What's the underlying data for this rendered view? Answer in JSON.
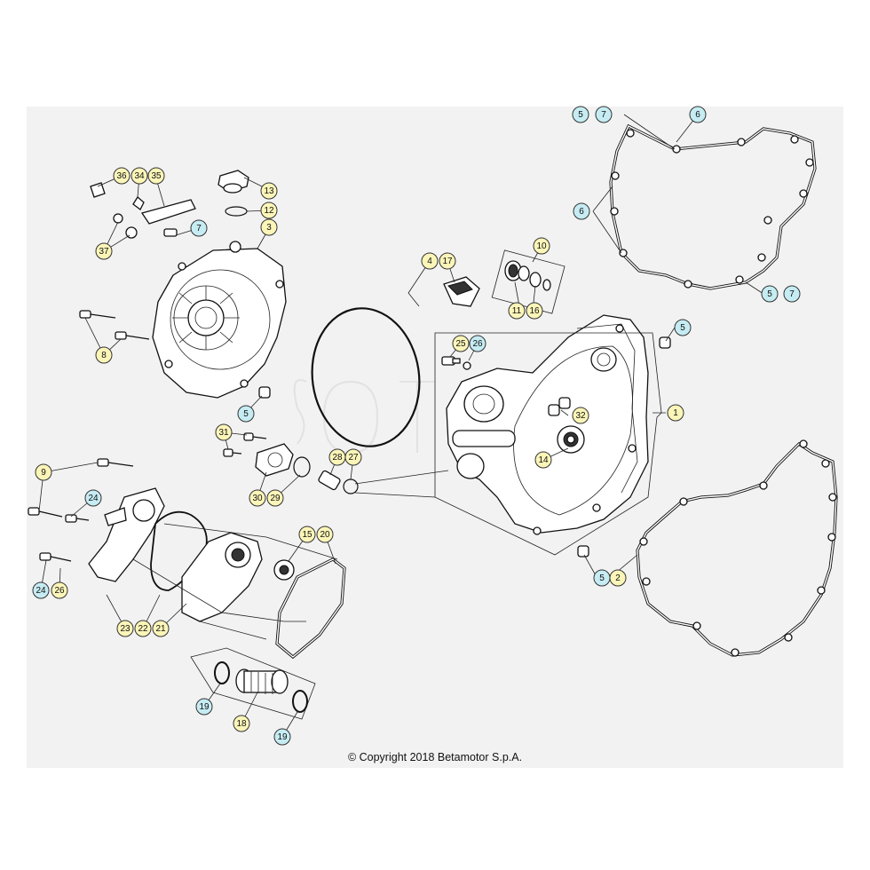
{
  "copyright": "© Copyright 2018 Betamotor S.p.A.",
  "callouts": [
    {
      "id": "l1",
      "text": "1",
      "style": "yellow"
    },
    {
      "id": "l2",
      "text": "2",
      "style": "yellow"
    },
    {
      "id": "l3",
      "text": "3",
      "style": "yellow"
    },
    {
      "id": "l4",
      "text": "4",
      "style": "yellow"
    },
    {
      "id": "l5a",
      "text": "5",
      "style": "cyan"
    },
    {
      "id": "l5b",
      "text": "5",
      "style": "cyan"
    },
    {
      "id": "l5c",
      "text": "5",
      "style": "cyan"
    },
    {
      "id": "l5d",
      "text": "5",
      "style": "cyan"
    },
    {
      "id": "l5e",
      "text": "5",
      "style": "cyan"
    },
    {
      "id": "l6a",
      "text": "6",
      "style": "cyan"
    },
    {
      "id": "l6b",
      "text": "6",
      "style": "cyan"
    },
    {
      "id": "l7a",
      "text": "7",
      "style": "cyan"
    },
    {
      "id": "l7b",
      "text": "7",
      "style": "cyan"
    },
    {
      "id": "l7c",
      "text": "7",
      "style": "cyan"
    },
    {
      "id": "l8",
      "text": "8",
      "style": "yellow"
    },
    {
      "id": "l9",
      "text": "9",
      "style": "yellow"
    },
    {
      "id": "l10",
      "text": "10",
      "style": "yellow"
    },
    {
      "id": "l11",
      "text": "11",
      "style": "yellow"
    },
    {
      "id": "l12",
      "text": "12",
      "style": "yellow"
    },
    {
      "id": "l13",
      "text": "13",
      "style": "yellow"
    },
    {
      "id": "l14",
      "text": "14",
      "style": "yellow"
    },
    {
      "id": "l15",
      "text": "15",
      "style": "yellow"
    },
    {
      "id": "l16",
      "text": "16",
      "style": "yellow"
    },
    {
      "id": "l17",
      "text": "17",
      "style": "yellow"
    },
    {
      "id": "l18",
      "text": "18",
      "style": "yellow"
    },
    {
      "id": "l19a",
      "text": "19",
      "style": "cyan"
    },
    {
      "id": "l19b",
      "text": "19",
      "style": "cyan"
    },
    {
      "id": "l20",
      "text": "20",
      "style": "yellow"
    },
    {
      "id": "l21",
      "text": "21",
      "style": "yellow"
    },
    {
      "id": "l22",
      "text": "22",
      "style": "yellow"
    },
    {
      "id": "l23",
      "text": "23",
      "style": "yellow"
    },
    {
      "id": "l24a",
      "text": "24",
      "style": "cyan"
    },
    {
      "id": "l24b",
      "text": "24",
      "style": "cyan"
    },
    {
      "id": "l25",
      "text": "25",
      "style": "yellow"
    },
    {
      "id": "l26a",
      "text": "26",
      "style": "cyan"
    },
    {
      "id": "l26b",
      "text": "26",
      "style": "yellow"
    },
    {
      "id": "l27",
      "text": "27",
      "style": "yellow"
    },
    {
      "id": "l28",
      "text": "28",
      "style": "yellow"
    },
    {
      "id": "l29",
      "text": "29",
      "style": "yellow"
    },
    {
      "id": "l30",
      "text": "30",
      "style": "yellow"
    },
    {
      "id": "l31",
      "text": "31",
      "style": "yellow"
    },
    {
      "id": "l32",
      "text": "32",
      "style": "yellow"
    },
    {
      "id": "l34",
      "text": "34",
      "style": "yellow"
    },
    {
      "id": "l35",
      "text": "35",
      "style": "yellow"
    },
    {
      "id": "l36",
      "text": "36",
      "style": "yellow"
    },
    {
      "id": "l37",
      "text": "37",
      "style": "yellow"
    }
  ]
}
